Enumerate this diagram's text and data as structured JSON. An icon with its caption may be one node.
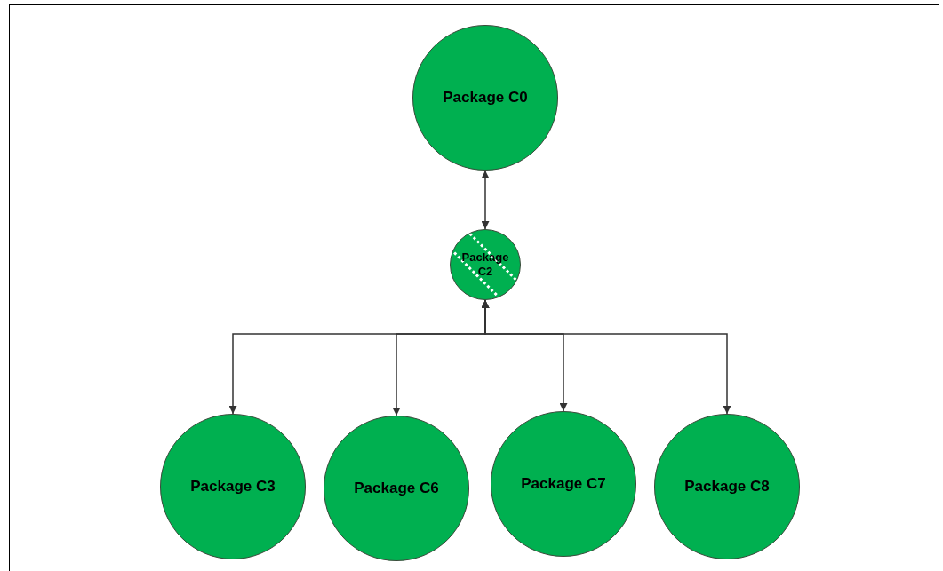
{
  "diagram": {
    "nodes": [
      {
        "text": [
          "Package C0"
        ]
      },
      {
        "text": [
          "Package C2"
        ]
      },
      {
        "text": [
          "Package C3"
        ]
      },
      {
        "text": [
          "Package C6"
        ]
      },
      {
        "text": [
          "Package C7"
        ]
      },
      {
        "text": [
          "Package C8"
        ]
      }
    ],
    "edges": [
      {
        "from": 0,
        "to": 1,
        "arrow": "both"
      },
      {
        "from": 1,
        "to": 2,
        "arrow": "both"
      },
      {
        "from": 1,
        "to": 3,
        "arrow": "both"
      },
      {
        "from": 1,
        "to": 4,
        "arrow": "both"
      },
      {
        "from": 1,
        "to": 5,
        "arrow": "both"
      }
    ]
  }
}
